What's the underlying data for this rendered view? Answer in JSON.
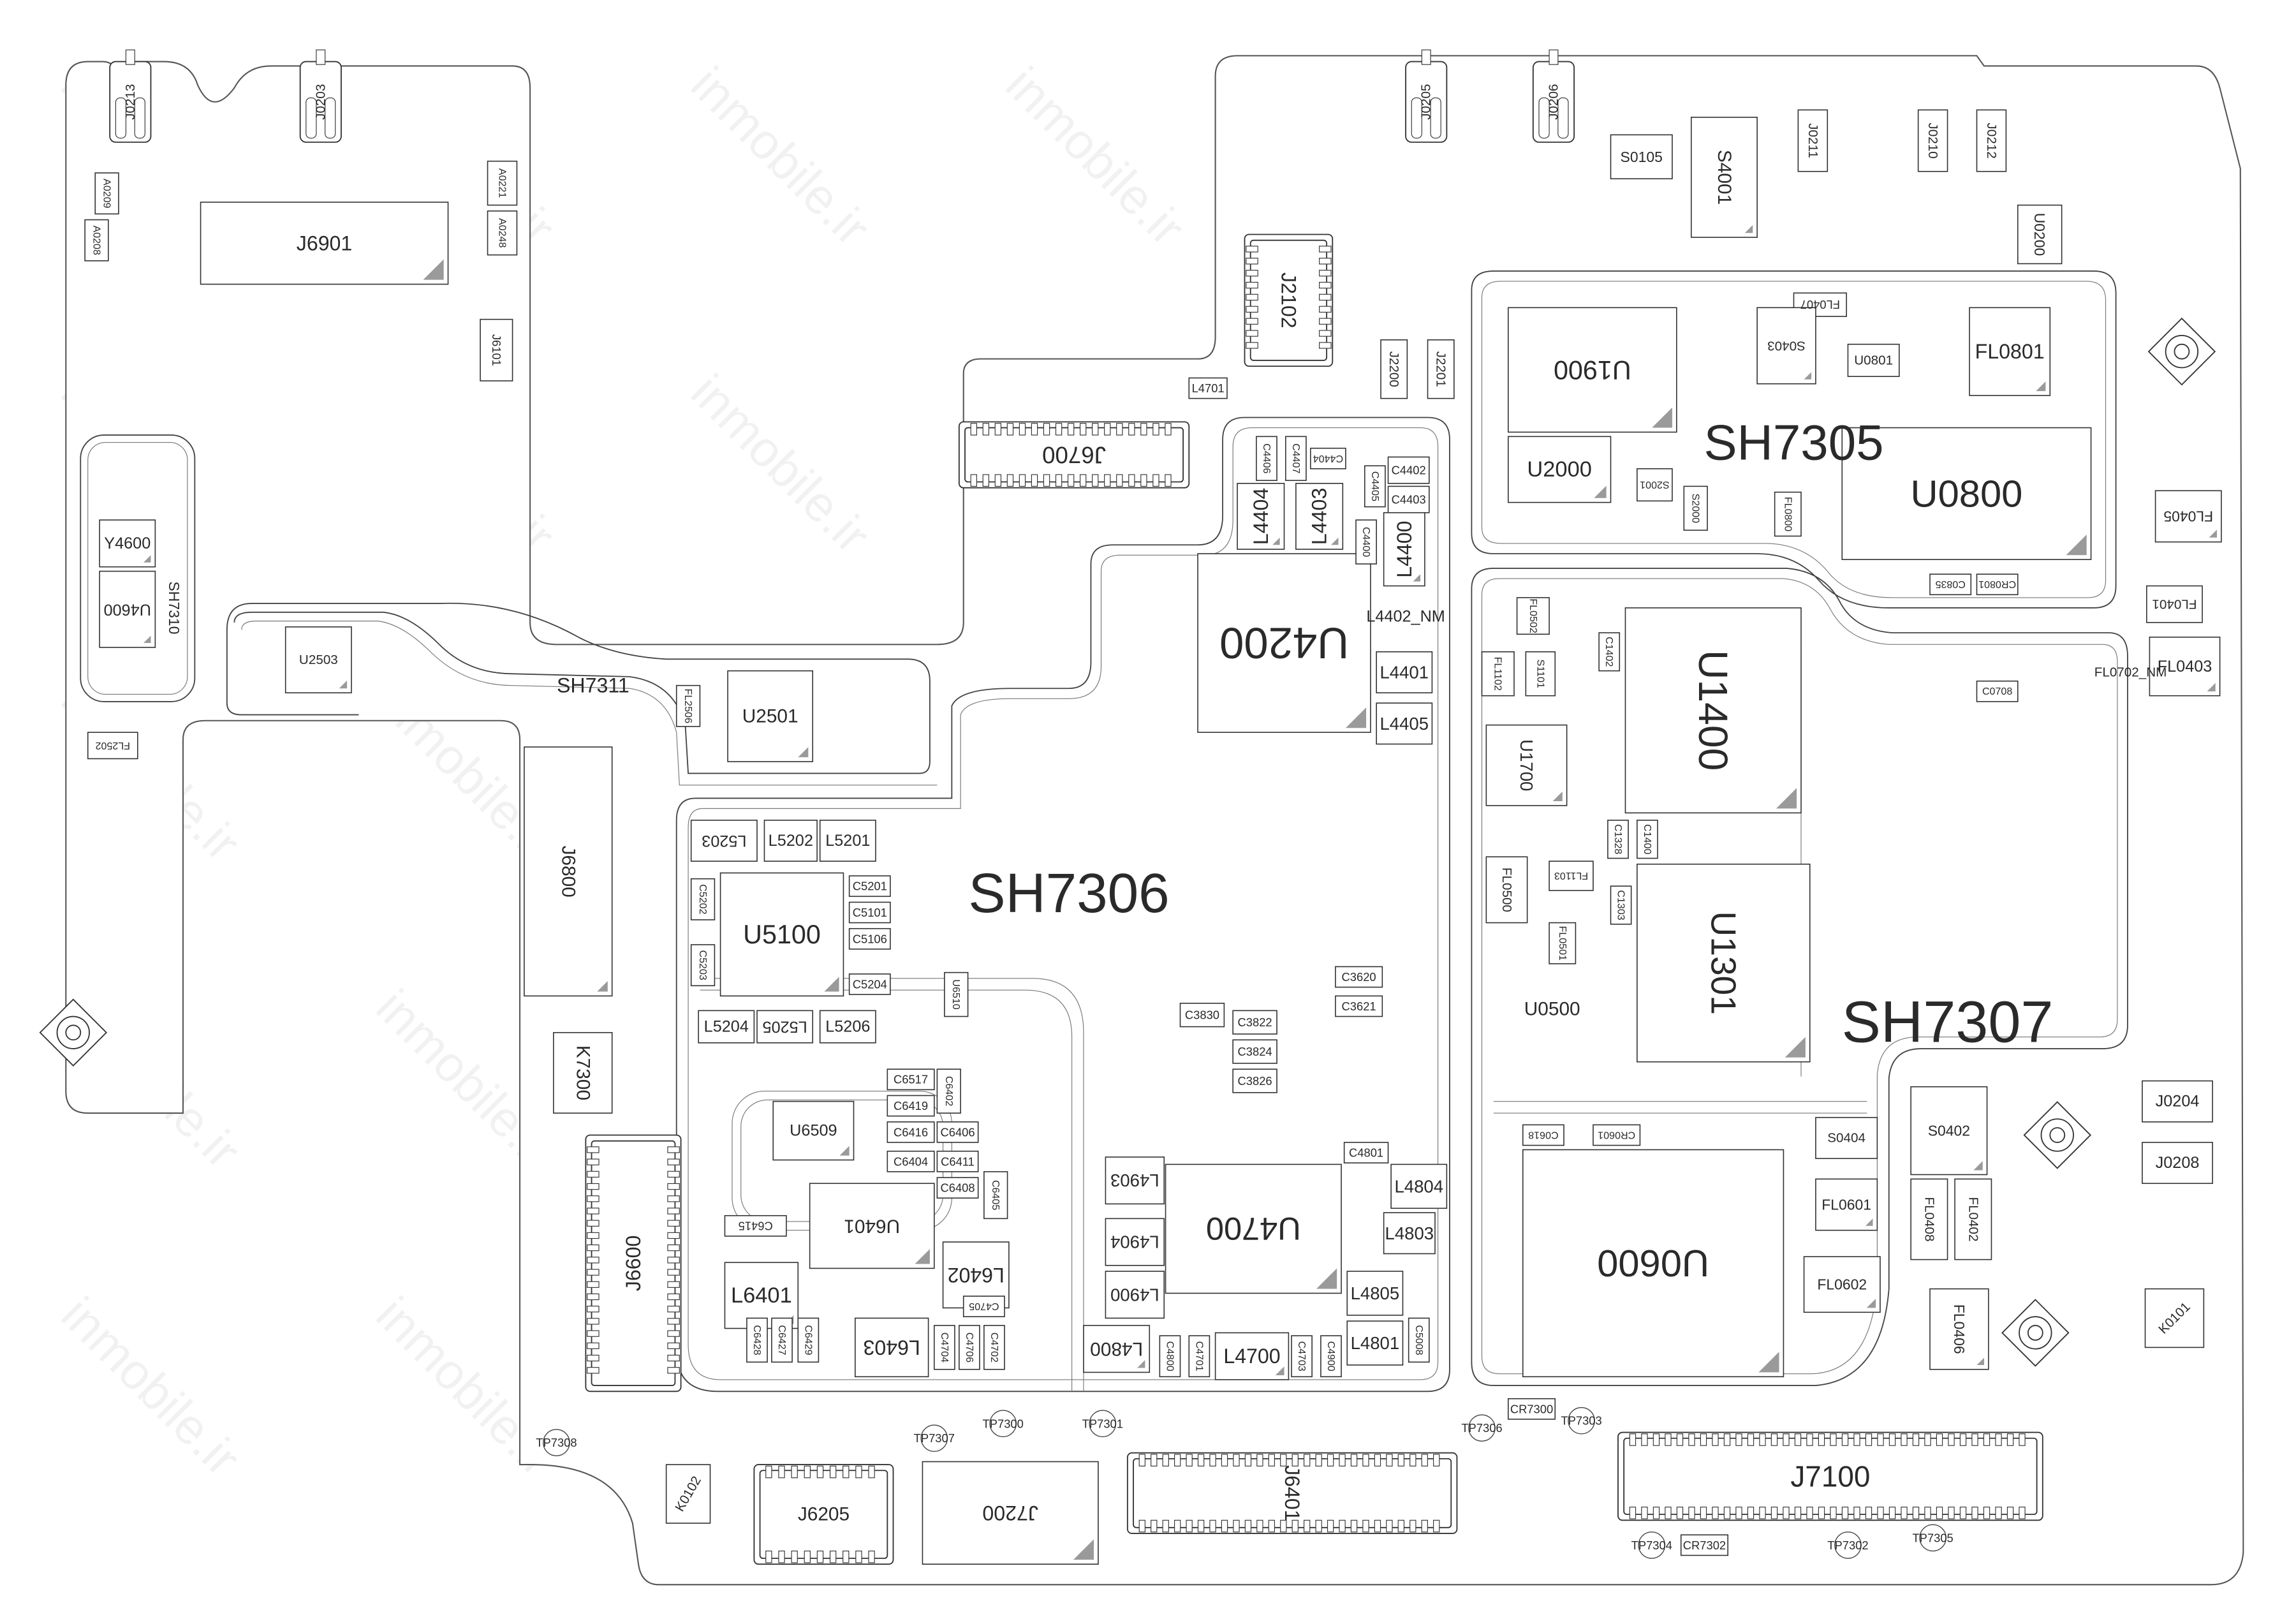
{
  "watermark": "inmobile.ir",
  "components": [
    "J6901",
    "J0213",
    "J0203",
    "J0205",
    "J0206",
    "Y4600",
    "U4600",
    "SH7310",
    "U2503",
    "SH7311",
    "U2501",
    "J6800",
    "U5100",
    "L5203",
    "L5202",
    "L5201",
    "L5204",
    "L5205",
    "L5206",
    "U6509",
    "U6401",
    "L6401",
    "L6402",
    "L6403",
    "SH7306",
    "U4200",
    "L4404",
    "L4403",
    "L4400",
    "L4401",
    "L4405",
    "L4402_NM",
    "U4700",
    "L4700",
    "L4800",
    "L4801",
    "L4805",
    "L4804",
    "L4803",
    "L4900",
    "L4903",
    "L4904",
    "J6700",
    "J2102",
    "U1900",
    "U2000",
    "SH7305",
    "U0800",
    "FL0801",
    "S4001",
    "S0105",
    "U0200",
    "FL0405",
    "FL0403",
    "FL0401",
    "U1400",
    "U1700",
    "U1301",
    "SH7307",
    "U0500",
    "FL0500",
    "FL0702_NM",
    "U0600",
    "S0404",
    "FL0601",
    "FL0602",
    "S0402",
    "FL0408",
    "FL0402",
    "FL0406",
    "J0204",
    "J0208",
    "K0101",
    "J7100",
    "J7200",
    "J6401",
    "J6205",
    "J6600",
    "K7300",
    "K0102",
    "TP7308",
    "TP7307",
    "TP7300",
    "TP7301",
    "TP7306",
    "CR7300",
    "TP7303",
    "TP7304",
    "CR7302",
    "TP7302",
    "TP7305",
    "J6101",
    "A0221",
    "A0248",
    "A0209",
    "A0208",
    "FL2502",
    "FL2506",
    "C4402",
    "C4403",
    "C4406",
    "C4407",
    "C4404",
    "C4400",
    "C4405",
    "C5201",
    "C5101",
    "C5106",
    "C5204",
    "C5202",
    "C5203",
    "C6517",
    "C6419",
    "C6416",
    "C6404",
    "C6402",
    "C6406",
    "C6411",
    "C6408",
    "C6405",
    "C6415",
    "C6428",
    "C6427",
    "C6429",
    "C4704",
    "C4706",
    "C4702",
    "C4705",
    "C4800",
    "C4701",
    "C4703",
    "C4900",
    "C4801",
    "C5008",
    "C3620",
    "C3621",
    "C3830",
    "C3822",
    "C3824",
    "C3826",
    "C1400",
    "C1402",
    "C1328",
    "C1303",
    "FL0501",
    "FL1103",
    "FL1102",
    "S1101",
    "FL0502",
    "FL0407",
    "S0403",
    "U0801",
    "FL0800",
    "S2001",
    "S2000",
    "C0835",
    "CR0801",
    "C0708",
    "CR0601",
    "C0618",
    "U6510",
    "J0212",
    "J0210",
    "J0211",
    "J2200",
    "J2201",
    "L4701"
  ]
}
